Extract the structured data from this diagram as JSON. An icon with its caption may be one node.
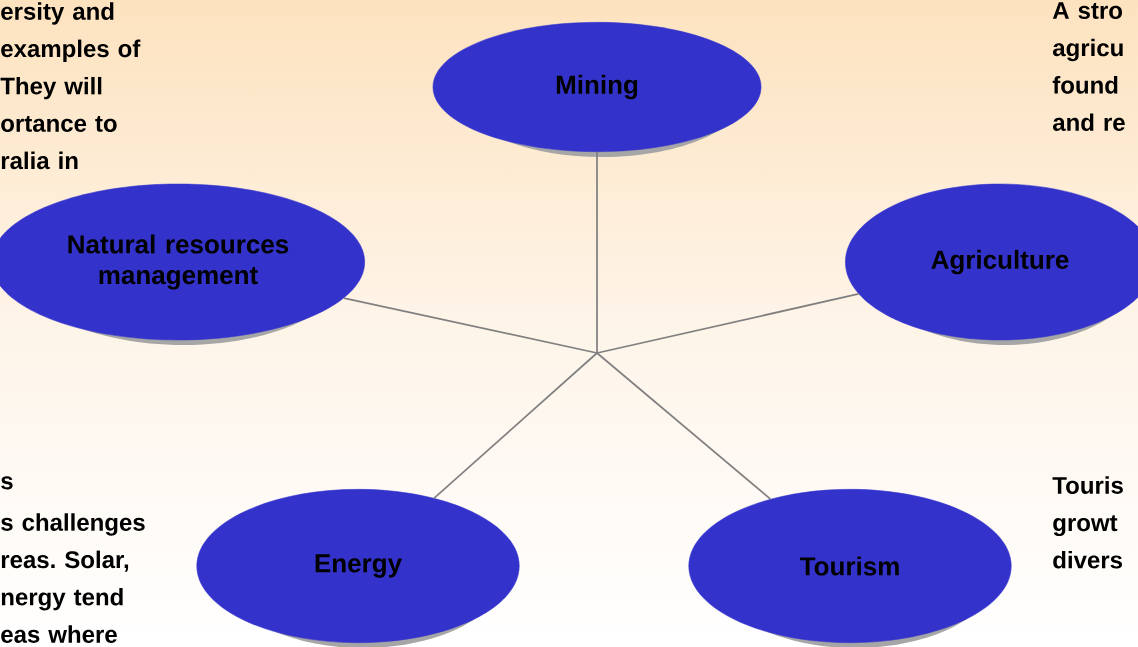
{
  "diagram": {
    "nodes": [
      {
        "text": [
          "Mining"
        ]
      },
      {
        "text": [
          "Natural resources management"
        ]
      },
      {
        "text": [
          "Agriculture"
        ]
      },
      {
        "text": [
          "Energy"
        ]
      },
      {
        "text": [
          "Tourism"
        ]
      }
    ],
    "edges": [
      {
        "from": 0,
        "to": null,
        "arrow": "none"
      },
      {
        "from": 1,
        "to": null,
        "arrow": "none"
      },
      {
        "from": 2,
        "to": null,
        "arrow": "none"
      },
      {
        "from": 3,
        "to": null,
        "arrow": "none"
      },
      {
        "from": 4,
        "to": null,
        "arrow": "none"
      }
    ],
    "labels": [
      "ersity and examples of They will ortance to ralia in",
      "A stro agricu found and re",
      "s",
      "s challenges reas. Solar, nergy tend eas where",
      "Touris growt divers"
    ]
  }
}
